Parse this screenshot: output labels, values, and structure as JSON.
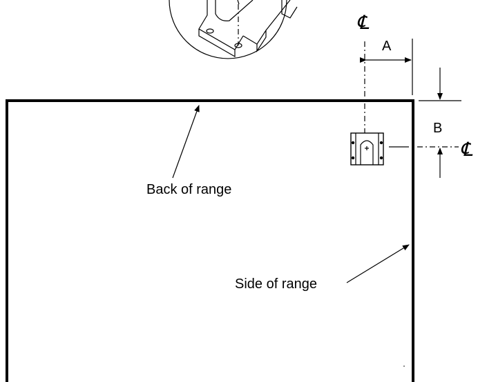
{
  "labels": {
    "back_of_range": "Back of range",
    "side_of_range": "Side of range",
    "dim_a": "A",
    "dim_b": "B",
    "centerline_symbol": "℄"
  },
  "colors": {
    "ink": "#000000",
    "background": "#ffffff"
  }
}
